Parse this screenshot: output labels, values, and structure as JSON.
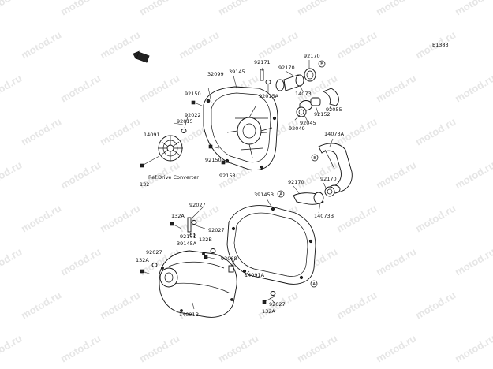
{
  "diagram": {
    "drawing_id": "E1383",
    "watermark": "motod.ru",
    "reference_note": "Ref.Drive Converter",
    "callouts": [
      "A",
      "B"
    ],
    "parts": [
      "92171",
      "92170",
      "92170",
      "32099",
      "39145",
      "92015A",
      "14073",
      "92150",
      "92022",
      "92015",
      "92152",
      "92055",
      "92045",
      "92049",
      "14091",
      "14073A",
      "92150",
      "92153",
      "132",
      "39145B",
      "92170",
      "92170",
      "14073B",
      "92027",
      "132A",
      "92027",
      "92171",
      "39145A",
      "132B",
      "92068",
      "92027",
      "132A",
      "14091A",
      "14091B",
      "92027",
      "132A"
    ]
  }
}
